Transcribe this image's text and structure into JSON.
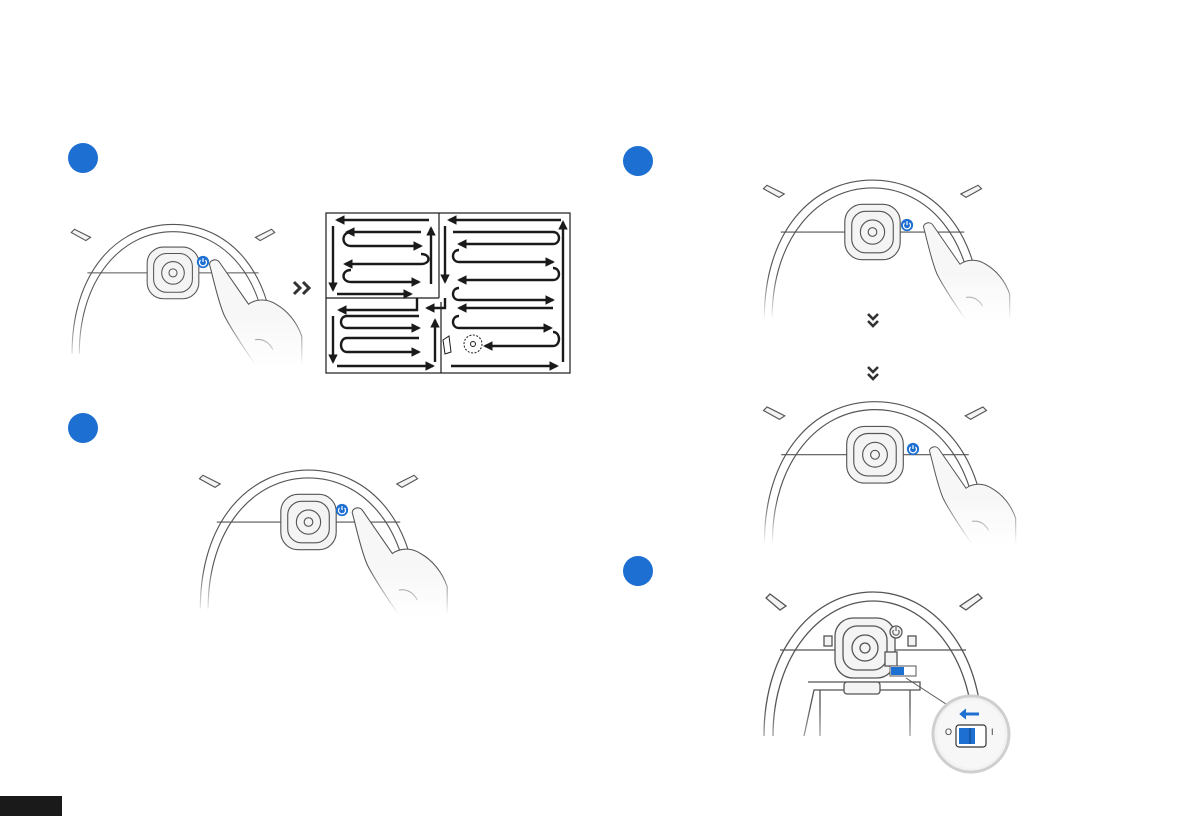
{
  "colors": {
    "accent": "#1d6fd1",
    "line": "#555555",
    "page_tab": "#1a1a1a"
  },
  "steps": [
    {
      "marker": "step-1"
    },
    {
      "marker": "step-2"
    },
    {
      "marker": "step-3"
    },
    {
      "marker": "step-4"
    }
  ],
  "icons": {
    "power": "power-icon",
    "next": "double-chevron-right-icon",
    "down": "double-chevron-down-icon",
    "switch_arrow": "arrow-left-icon"
  },
  "switch": {
    "off_symbol": "O",
    "on_symbol": "I"
  },
  "footer": {
    "page_number": ""
  }
}
